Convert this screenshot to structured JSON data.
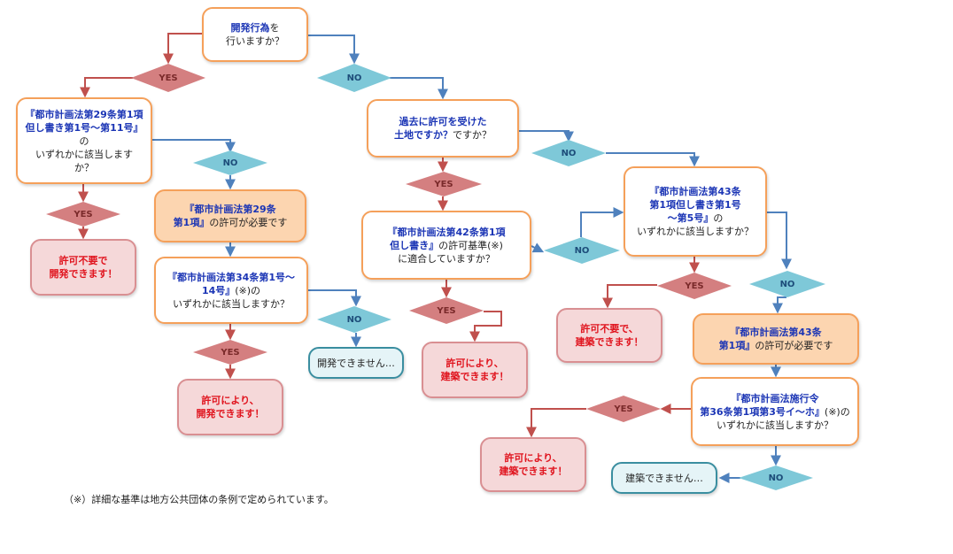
{
  "diamond_labels": {
    "yes": "YES",
    "no": "NO"
  },
  "colors": {
    "yes_arrow": "#c0504d",
    "no_arrow": "#4f81bd",
    "yes_diamond": "#d47f80",
    "no_diamond": "#7ec8d8",
    "box_border": "#f5a05a",
    "ok_text": "#e0141e",
    "blue_text": "#1b35b5"
  },
  "nodes": {
    "start": {
      "l1": "開発行為",
      "l2": "を",
      "l3": "行いますか？"
    },
    "art29_1": {
      "l1": "『都市計画法第29条第1項",
      "l2": "但し書き第1号～第11号』",
      "l3": "の",
      "l4": "いずれかに該当します",
      "l5": "か？"
    },
    "ok_no_permit_dev": {
      "l1": "許可不要で",
      "l2": "開発できます！"
    },
    "need_art29": {
      "l1": "『都市計画法第29条",
      "l2": "第1項』",
      "l3": "の許可が必要です"
    },
    "art34": {
      "l1": "『都市計画法第34条第1号～",
      "l2": "14号』",
      "l3": "(※)の",
      "l4": "いずれかに該当しますか？"
    },
    "ng_dev": {
      "l1": "開発できません…"
    },
    "ok_permit_dev": {
      "l1": "許可により、",
      "l2": "開発できます！"
    },
    "past_permit": {
      "l1": "過去に許可を受けた",
      "l2": "土地ですか？"
    },
    "art42": {
      "l1": "『都市計画法第42条第1項",
      "l2": "但し書き』",
      "l3": "の許可基準(※)",
      "l4": "に適合していますか？"
    },
    "ok_permit_build_a": {
      "l1": "許可により、",
      "l2": "建築できます！"
    },
    "art43_1": {
      "l1": "『都市計画法第43条",
      "l2": "第1項但し書き第1号",
      "l3": "～第5号』",
      "l4": "の",
      "l5": "いずれかに該当しますか？"
    },
    "ok_no_permit_build": {
      "l1": "許可不要で、",
      "l2": "建築できます！"
    },
    "need_art43": {
      "l1": "『都市計画法第43条",
      "l2": "第1項』",
      "l3": "の許可が必要です"
    },
    "ord36": {
      "l1": "『都市計画法施行令",
      "l2": "第36条第1項第3号イ～ホ』",
      "l3": "(※)の",
      "l4": "いずれかに該当しますか？"
    },
    "ok_permit_build_b": {
      "l1": "許可により、",
      "l2": "建築できます！"
    },
    "ng_build": {
      "l1": "建築できません…"
    }
  },
  "footnote": "（※）詳細な基準は地方公共団体の条例で定められています。"
}
